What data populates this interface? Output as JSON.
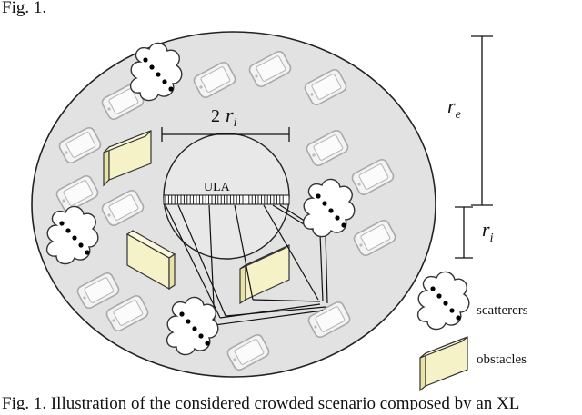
{
  "header_text": "Fig. 1.",
  "labels": {
    "diameter_coef": "2",
    "diameter_var": "r",
    "diameter_sub": "i",
    "outer_var": "r",
    "outer_sub": "e",
    "inner_var": "r",
    "inner_sub": "i",
    "array": "ULA"
  },
  "legend": {
    "scatterers": "scatterers",
    "obstacles": "obstacles"
  },
  "caption": "Fig. 1.  Illustration of the considered crowded scenario composed by an XL",
  "colors": {
    "outer_disk": "#e2e2e2",
    "obstacle": "#f6f2c8",
    "phone": "#f2f2f2",
    "line": "#111111"
  },
  "icons": [
    "smartphone-icon",
    "scatterer-cloud-icon",
    "obstacle-panel-icon"
  ]
}
